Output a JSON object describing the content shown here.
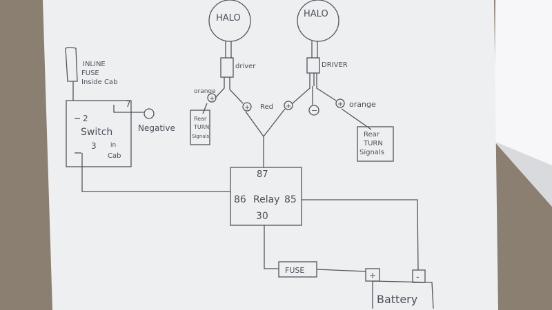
{
  "colors": {
    "background": "#8a7f70",
    "paper": "#eeeff1",
    "paper_edge": "#f7f7f9",
    "ink": "#50545c"
  },
  "labels": {
    "halo_left": "HALO",
    "halo_right": "HALO",
    "driver_left": "driver",
    "driver_right": "DRIVER",
    "fuse_inline_1": "INLINE",
    "fuse_inline_2": "FUSE",
    "fuse_inline_3": "Inside Cab",
    "switch_pin_2": "2",
    "switch_pin_3": "3",
    "switch_pin_7": "7",
    "switch_word": "Switch",
    "switch_in": "in",
    "switch_cab": "Cab",
    "negative": "Negative",
    "orange_left": "orange",
    "orange_right": "orange",
    "red": "Red",
    "rear_left_1": "Rear",
    "rear_left_2": "TURN",
    "rear_left_3": "Signals",
    "rear_right_1": "Rear",
    "rear_right_2": "TURN",
    "rear_right_3": "Signals",
    "relay_87": "87",
    "relay_86": "86",
    "relay_word": "Relay",
    "relay_85": "85",
    "relay_30": "30",
    "fuse_main": "FUSE",
    "battery": "Battery",
    "battery_plus": "+",
    "battery_minus": "-",
    "plus_sign": "+",
    "minus_sign": "−"
  }
}
